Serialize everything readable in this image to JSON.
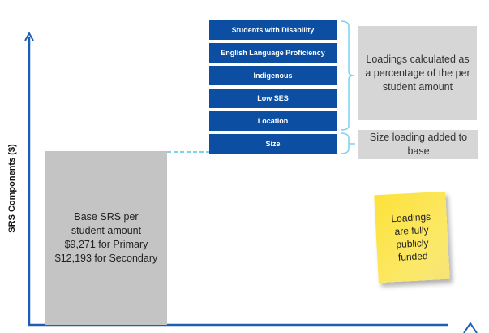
{
  "axis": {
    "y_label": "SRS Components ($)"
  },
  "base": {
    "lines": [
      "Base SRS per student amount",
      "$9,271 for Primary",
      "$12,193 for Secondary"
    ]
  },
  "loadings": [
    "Students with Disability",
    "English Language Proficiency",
    "Indigenous",
    "Low SES",
    "Location",
    "Size"
  ],
  "notes": {
    "percentage": "Loadings calculated as a percentage of the per student amount",
    "size": "Size loading added to base"
  },
  "sticky": "Loadings are fully publicly funded",
  "colors": {
    "blue": "#0b4ea2",
    "axis": "#1a5fb4",
    "brace": "#7fd0ee",
    "gray": "#c4c4c4",
    "sticky": "#fde23a"
  }
}
